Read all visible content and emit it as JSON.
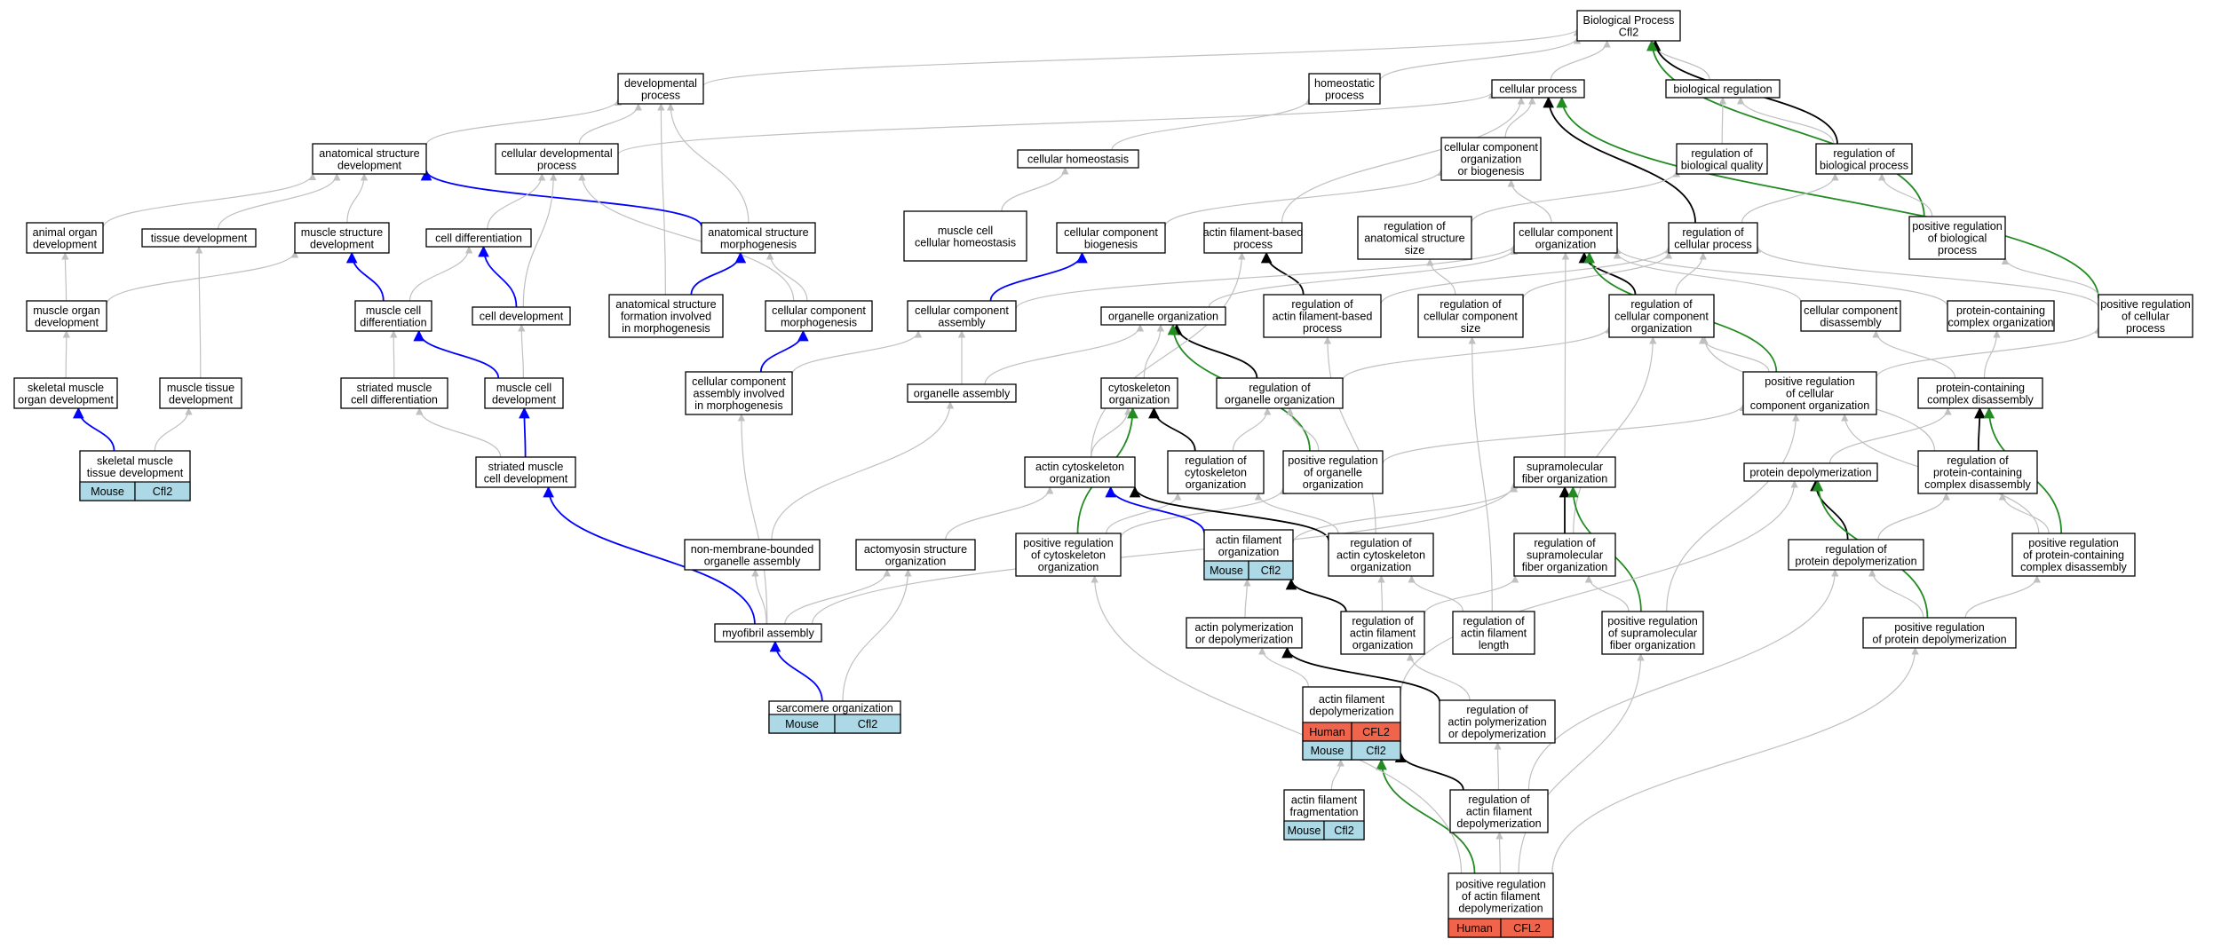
{
  "colors": {
    "grey_edge": "#c0c0c0",
    "black_edge": "#000000",
    "blue_edge": "#0000ff",
    "green_edge": "#228b22",
    "mouse_cell": "#add8e6",
    "human_cell": "#f0644c"
  },
  "nodes": [
    {
      "id": "bp",
      "lines": [
        "Biological Process",
        "Cfl2"
      ]
    },
    {
      "id": "dev_proc",
      "lines": [
        "developmental",
        "process"
      ]
    },
    {
      "id": "homeo_proc",
      "lines": [
        "homeostatic",
        "process"
      ]
    },
    {
      "id": "cell_proc",
      "lines": [
        "cellular process"
      ]
    },
    {
      "id": "bio_reg",
      "lines": [
        "biological regulation"
      ]
    },
    {
      "id": "anat_dev",
      "lines": [
        "anatomical structure",
        "development"
      ]
    },
    {
      "id": "cell_dev_proc",
      "lines": [
        "cellular developmental",
        "process"
      ]
    },
    {
      "id": "cell_homeo",
      "lines": [
        "cellular homeostasis"
      ]
    },
    {
      "id": "ccob",
      "lines": [
        "cellular component",
        "organization",
        "or biogenesis"
      ]
    },
    {
      "id": "reg_bio_qual",
      "lines": [
        "regulation of",
        "biological quality"
      ]
    },
    {
      "id": "reg_bio_proc",
      "lines": [
        "regulation of",
        "biological process"
      ]
    },
    {
      "id": "animal_organ",
      "lines": [
        "animal organ",
        "development"
      ]
    },
    {
      "id": "tissue_dev",
      "lines": [
        "tissue development"
      ]
    },
    {
      "id": "muscle_struct",
      "lines": [
        "muscle structure",
        "development"
      ]
    },
    {
      "id": "cell_diff",
      "lines": [
        "cell differentiation"
      ]
    },
    {
      "id": "anat_morph",
      "lines": [
        "anatomical structure",
        "morphogenesis"
      ]
    },
    {
      "id": "muscle_homeo",
      "lines": [
        "muscle cell",
        "cellular homeostasis"
      ]
    },
    {
      "id": "cc_biogen",
      "lines": [
        "cellular component",
        "biogenesis"
      ]
    },
    {
      "id": "actin_fil_proc",
      "lines": [
        "actin filament-based",
        "process"
      ]
    },
    {
      "id": "reg_anat_size",
      "lines": [
        "regulation of",
        "anatomical structure",
        "size"
      ]
    },
    {
      "id": "cc_org",
      "lines": [
        "cellular component",
        "organization"
      ]
    },
    {
      "id": "reg_cell_proc",
      "lines": [
        "regulation of",
        "cellular process"
      ]
    },
    {
      "id": "pos_reg_bio",
      "lines": [
        "positive regulation",
        "of biological",
        "process"
      ]
    },
    {
      "id": "muscle_organ",
      "lines": [
        "muscle organ",
        "development"
      ]
    },
    {
      "id": "muscle_cell_diff",
      "lines": [
        "muscle cell",
        "differentiation"
      ]
    },
    {
      "id": "cell_devel",
      "lines": [
        "cell development"
      ]
    },
    {
      "id": "anat_form",
      "lines": [
        "anatomical structure",
        "formation involved",
        "in morphogenesis"
      ]
    },
    {
      "id": "cc_morph",
      "lines": [
        "cellular component",
        "morphogenesis"
      ]
    },
    {
      "id": "cc_assembly",
      "lines": [
        "cellular component",
        "assembly"
      ]
    },
    {
      "id": "organelle_org",
      "lines": [
        "organelle organization"
      ]
    },
    {
      "id": "reg_afbp",
      "lines": [
        "regulation of",
        "actin filament-based",
        "process"
      ]
    },
    {
      "id": "reg_cc_size",
      "lines": [
        "regulation of",
        "cellular component",
        "size"
      ]
    },
    {
      "id": "reg_cc_org",
      "lines": [
        "regulation of",
        "cellular component",
        "organization"
      ]
    },
    {
      "id": "cc_disasm",
      "lines": [
        "cellular component",
        "disassembly"
      ]
    },
    {
      "id": "pc_complex_org",
      "lines": [
        "protein-containing",
        "complex organization"
      ]
    },
    {
      "id": "pos_reg_cell_proc",
      "lines": [
        "positive regulation",
        "of cellular",
        "process"
      ]
    },
    {
      "id": "skel_organ",
      "lines": [
        "skeletal muscle",
        "organ development"
      ]
    },
    {
      "id": "muscle_tissue",
      "lines": [
        "muscle tissue",
        "development"
      ]
    },
    {
      "id": "striated_diff",
      "lines": [
        "striated muscle",
        "cell differentiation"
      ]
    },
    {
      "id": "muscle_cell_dev",
      "lines": [
        "muscle cell",
        "development"
      ]
    },
    {
      "id": "cc_asm_morph",
      "lines": [
        "cellular component",
        "assembly involved",
        "in morphogenesis"
      ]
    },
    {
      "id": "organelle_asm",
      "lines": [
        "organelle assembly"
      ]
    },
    {
      "id": "cytoskel_org",
      "lines": [
        "cytoskeleton",
        "organization"
      ]
    },
    {
      "id": "reg_organelle_org",
      "lines": [
        "regulation of",
        "organelle organization"
      ]
    },
    {
      "id": "pos_reg_cc_org",
      "lines": [
        "positive regulation",
        "of cellular",
        "component organization"
      ]
    },
    {
      "id": "pc_disasm",
      "lines": [
        "protein-containing",
        "complex disassembly"
      ]
    },
    {
      "id": "skel_tissue",
      "lines": [
        "skeletal muscle",
        "tissue development"
      ],
      "ann": [
        [
          "Mouse",
          "Cfl2"
        ]
      ]
    },
    {
      "id": "striated_dev",
      "lines": [
        "striated muscle",
        "cell development"
      ]
    },
    {
      "id": "actin_cyto_org",
      "lines": [
        "actin cytoskeleton",
        "organization"
      ]
    },
    {
      "id": "reg_cyto_org",
      "lines": [
        "regulation of",
        "cytoskeleton",
        "organization"
      ]
    },
    {
      "id": "pos_reg_organelle",
      "lines": [
        "positive regulation",
        "of organelle",
        "organization"
      ]
    },
    {
      "id": "supramol",
      "lines": [
        "supramolecular",
        "fiber organization"
      ]
    },
    {
      "id": "prot_depoly",
      "lines": [
        "protein depolymerization"
      ]
    },
    {
      "id": "reg_pc_disasm",
      "lines": [
        "regulation of",
        "protein-containing",
        "complex disassembly"
      ]
    },
    {
      "id": "nonmem",
      "lines": [
        "non-membrane-bounded",
        "organelle assembly"
      ]
    },
    {
      "id": "actomyosin",
      "lines": [
        "actomyosin structure",
        "organization"
      ]
    },
    {
      "id": "pos_reg_cyto",
      "lines": [
        "positive regulation",
        "of cytoskeleton",
        "organization"
      ]
    },
    {
      "id": "actin_fil_org",
      "lines": [
        "actin filament",
        "organization"
      ],
      "ann": [
        [
          "Mouse",
          "Cfl2"
        ]
      ]
    },
    {
      "id": "reg_actin_cyto",
      "lines": [
        "regulation of",
        "actin cytoskeleton",
        "organization"
      ]
    },
    {
      "id": "reg_supramol",
      "lines": [
        "regulation of",
        "supramolecular",
        "fiber organization"
      ]
    },
    {
      "id": "reg_prot_depoly",
      "lines": [
        "regulation of",
        "protein depolymerization"
      ]
    },
    {
      "id": "pos_reg_pc_disasm",
      "lines": [
        "positive regulation",
        "of protein-containing",
        "complex disassembly"
      ]
    },
    {
      "id": "myofibril",
      "lines": [
        "myofibril assembly"
      ]
    },
    {
      "id": "actin_poly",
      "lines": [
        "actin polymerization",
        "or depolymerization"
      ]
    },
    {
      "id": "reg_af_org",
      "lines": [
        "regulation of",
        "actin filament",
        "organization"
      ]
    },
    {
      "id": "reg_af_len",
      "lines": [
        "regulation of",
        "actin filament",
        "length"
      ]
    },
    {
      "id": "pos_reg_supramol",
      "lines": [
        "positive regulation",
        "of supramolecular",
        "fiber organization"
      ]
    },
    {
      "id": "pos_reg_prot_depoly",
      "lines": [
        "positive regulation",
        "of protein depolymerization"
      ]
    },
    {
      "id": "af_depoly",
      "lines": [
        "actin filament",
        "depolymerization"
      ],
      "ann": [
        [
          "Human",
          "CFL2"
        ],
        [
          "Mouse",
          "Cfl2"
        ]
      ]
    },
    {
      "id": "reg_actin_poly",
      "lines": [
        "regulation of",
        "actin polymerization",
        "or depolymerization"
      ]
    },
    {
      "id": "sarcomere",
      "lines": [
        "sarcomere organization"
      ],
      "ann": [
        [
          "Mouse",
          "Cfl2"
        ]
      ]
    },
    {
      "id": "af_frag",
      "lines": [
        "actin filament",
        "fragmentation"
      ],
      "ann": [
        [
          "Mouse",
          "Cfl2"
        ]
      ]
    },
    {
      "id": "reg_af_depoly",
      "lines": [
        "regulation of",
        "actin filament",
        "depolymerization"
      ]
    },
    {
      "id": "pos_reg_af_depoly",
      "lines": [
        "positive regulation",
        "of actin filament",
        "depolymerization"
      ],
      "ann": [
        [
          "Human",
          "CFL2"
        ]
      ]
    }
  ],
  "edges": [
    [
      "dev_proc",
      "bp",
      "grey"
    ],
    [
      "homeo_proc",
      "bp",
      "grey"
    ],
    [
      "cell_proc",
      "bp",
      "grey"
    ],
    [
      "bio_reg",
      "bp",
      "grey"
    ],
    [
      "reg_bio_proc",
      "bp",
      "black"
    ],
    [
      "pos_reg_bio",
      "bp",
      "green"
    ],
    [
      "anat_dev",
      "dev_proc",
      "grey"
    ],
    [
      "cell_dev_proc",
      "dev_proc",
      "grey"
    ],
    [
      "anat_morph",
      "dev_proc",
      "grey"
    ],
    [
      "anat_form",
      "dev_proc",
      "grey"
    ],
    [
      "cell_homeo",
      "homeo_proc",
      "grey"
    ],
    [
      "cell_dev_proc",
      "cell_proc",
      "grey"
    ],
    [
      "ccob",
      "cell_proc",
      "grey"
    ],
    [
      "reg_cell_proc",
      "cell_proc",
      "black"
    ],
    [
      "actin_fil_proc",
      "cell_proc",
      "grey"
    ],
    [
      "pos_reg_cell_proc",
      "cell_proc",
      "green"
    ],
    [
      "reg_bio_qual",
      "bio_reg",
      "grey"
    ],
    [
      "reg_bio_proc",
      "bio_reg",
      "grey"
    ],
    [
      "animal_organ",
      "anat_dev",
      "grey"
    ],
    [
      "tissue_dev",
      "anat_dev",
      "grey"
    ],
    [
      "muscle_struct",
      "anat_dev",
      "grey"
    ],
    [
      "anat_morph",
      "anat_dev",
      "blue"
    ],
    [
      "cell_diff",
      "cell_dev_proc",
      "grey"
    ],
    [
      "cell_devel",
      "cell_dev_proc",
      "grey"
    ],
    [
      "cc_morph",
      "cell_dev_proc",
      "grey"
    ],
    [
      "muscle_homeo",
      "cell_homeo",
      "grey"
    ],
    [
      "cc_biogen",
      "ccob",
      "grey"
    ],
    [
      "cc_org",
      "ccob",
      "grey"
    ],
    [
      "reg_anat_size",
      "reg_bio_qual",
      "grey"
    ],
    [
      "reg_cell_proc",
      "reg_bio_proc",
      "grey"
    ],
    [
      "pos_reg_bio",
      "reg_bio_proc",
      "grey"
    ],
    [
      "muscle_organ",
      "animal_organ",
      "grey"
    ],
    [
      "muscle_organ",
      "muscle_struct",
      "grey"
    ],
    [
      "muscle_tissue",
      "tissue_dev",
      "grey"
    ],
    [
      "muscle_cell_diff",
      "muscle_struct",
      "blue"
    ],
    [
      "muscle_cell_diff",
      "cell_diff",
      "grey"
    ],
    [
      "cell_devel",
      "cell_diff",
      "blue"
    ],
    [
      "anat_form",
      "anat_morph",
      "blue"
    ],
    [
      "cc_morph",
      "anat_morph",
      "grey"
    ],
    [
      "cc_assembly",
      "cc_biogen",
      "blue"
    ],
    [
      "reg_afbp",
      "actin_fil_proc",
      "black"
    ],
    [
      "reg_cc_size",
      "reg_anat_size",
      "grey"
    ],
    [
      "organelle_org",
      "cc_org",
      "grey"
    ],
    [
      "reg_cc_org",
      "cc_org",
      "black"
    ],
    [
      "cc_disasm",
      "cc_org",
      "grey"
    ],
    [
      "pc_complex_org",
      "cc_org",
      "grey"
    ],
    [
      "cc_assembly",
      "cc_org",
      "grey"
    ],
    [
      "reg_cc_org",
      "reg_cell_proc",
      "grey"
    ],
    [
      "pos_reg_cell_proc",
      "reg_cell_proc",
      "grey"
    ],
    [
      "pos_reg_cell_proc",
      "pos_reg_bio",
      "grey"
    ],
    [
      "reg_afbp",
      "reg_cell_proc",
      "grey"
    ],
    [
      "reg_cc_size",
      "reg_cell_proc",
      "grey"
    ],
    [
      "skel_organ",
      "muscle_organ",
      "grey"
    ],
    [
      "striated_diff",
      "muscle_cell_diff",
      "grey"
    ],
    [
      "muscle_cell_dev",
      "muscle_cell_diff",
      "blue"
    ],
    [
      "muscle_cell_dev",
      "cell_devel",
      "grey"
    ],
    [
      "cc_asm_morph",
      "cc_morph",
      "blue"
    ],
    [
      "cc_asm_morph",
      "cc_assembly",
      "grey"
    ],
    [
      "organelle_asm",
      "organelle_org",
      "grey"
    ],
    [
      "organelle_asm",
      "cc_assembly",
      "grey"
    ],
    [
      "cytoskel_org",
      "organelle_org",
      "grey"
    ],
    [
      "reg_organelle_org",
      "organelle_org",
      "black"
    ],
    [
      "reg_organelle_org",
      "reg_cc_org",
      "grey"
    ],
    [
      "pos_reg_cc_org",
      "reg_cc_org",
      "grey"
    ],
    [
      "pos_reg_cc_org",
      "cc_org",
      "green"
    ],
    [
      "pos_reg_cc_org",
      "pos_reg_cell_proc",
      "grey"
    ],
    [
      "pc_disasm",
      "pc_complex_org",
      "grey"
    ],
    [
      "pc_disasm",
      "cc_disasm",
      "grey"
    ],
    [
      "skel_tissue",
      "skel_organ",
      "blue"
    ],
    [
      "skel_tissue",
      "muscle_tissue",
      "grey"
    ],
    [
      "striated_dev",
      "striated_diff",
      "grey"
    ],
    [
      "striated_dev",
      "muscle_cell_dev",
      "blue"
    ],
    [
      "actin_cyto_org",
      "cytoskel_org",
      "grey"
    ],
    [
      "actin_cyto_org",
      "actin_fil_proc",
      "grey"
    ],
    [
      "reg_cyto_org",
      "cytoskel_org",
      "black"
    ],
    [
      "reg_cyto_org",
      "reg_organelle_org",
      "grey"
    ],
    [
      "pos_reg_organelle",
      "organelle_org",
      "green"
    ],
    [
      "pos_reg_organelle",
      "reg_organelle_org",
      "grey"
    ],
    [
      "pos_reg_organelle",
      "pos_reg_cc_org",
      "grey"
    ],
    [
      "supramol",
      "cc_org",
      "grey"
    ],
    [
      "prot_depoly",
      "pc_disasm",
      "grey"
    ],
    [
      "reg_pc_disasm",
      "pc_disasm",
      "black"
    ],
    [
      "reg_pc_disasm",
      "reg_cc_org",
      "grey"
    ],
    [
      "nonmem",
      "organelle_asm",
      "grey"
    ],
    [
      "actomyosin",
      "actin_cyto_org",
      "grey"
    ],
    [
      "pos_reg_cyto",
      "cytoskel_org",
      "green"
    ],
    [
      "pos_reg_cyto",
      "reg_cyto_org",
      "grey"
    ],
    [
      "pos_reg_cyto",
      "pos_reg_organelle",
      "grey"
    ],
    [
      "actin_fil_org",
      "actin_cyto_org",
      "blue"
    ],
    [
      "actin_fil_org",
      "supramol",
      "grey"
    ],
    [
      "reg_actin_cyto",
      "actin_cyto_org",
      "black"
    ],
    [
      "reg_actin_cyto",
      "reg_cyto_org",
      "grey"
    ],
    [
      "reg_actin_cyto",
      "reg_afbp",
      "grey"
    ],
    [
      "reg_supramol",
      "supramol",
      "black"
    ],
    [
      "reg_supramol",
      "reg_cc_org",
      "grey"
    ],
    [
      "reg_prot_depoly",
      "prot_depoly",
      "black"
    ],
    [
      "reg_prot_depoly",
      "reg_pc_disasm",
      "grey"
    ],
    [
      "pos_reg_pc_disasm",
      "pc_disasm",
      "green"
    ],
    [
      "pos_reg_pc_disasm",
      "reg_pc_disasm",
      "grey"
    ],
    [
      "pos_reg_pc_disasm",
      "pos_reg_cc_org",
      "grey"
    ],
    [
      "myofibril",
      "nonmem",
      "grey"
    ],
    [
      "myofibril",
      "actomyosin",
      "grey"
    ],
    [
      "myofibril",
      "striated_dev",
      "blue"
    ],
    [
      "myofibril",
      "cc_asm_morph",
      "grey"
    ],
    [
      "myofibril",
      "supramol",
      "grey"
    ],
    [
      "actin_poly",
      "actin_fil_org",
      "grey"
    ],
    [
      "reg_af_org",
      "actin_fil_org",
      "black"
    ],
    [
      "reg_af_org",
      "reg_actin_cyto",
      "grey"
    ],
    [
      "reg_af_org",
      "reg_supramol",
      "grey"
    ],
    [
      "reg_af_len",
      "reg_cc_size",
      "grey"
    ],
    [
      "reg_af_len",
      "reg_actin_cyto",
      "grey"
    ],
    [
      "pos_reg_supramol",
      "supramol",
      "green"
    ],
    [
      "pos_reg_supramol",
      "reg_supramol",
      "grey"
    ],
    [
      "pos_reg_supramol",
      "pos_reg_cc_org",
      "grey"
    ],
    [
      "pos_reg_prot_depoly",
      "prot_depoly",
      "green"
    ],
    [
      "pos_reg_prot_depoly",
      "reg_prot_depoly",
      "grey"
    ],
    [
      "pos_reg_prot_depoly",
      "pos_reg_pc_disasm",
      "grey"
    ],
    [
      "af_depoly",
      "actin_poly",
      "grey"
    ],
    [
      "af_depoly",
      "prot_depoly",
      "grey"
    ],
    [
      "reg_actin_poly",
      "actin_poly",
      "black"
    ],
    [
      "reg_actin_poly",
      "reg_af_org",
      "grey"
    ],
    [
      "sarcomere",
      "myofibril",
      "blue"
    ],
    [
      "sarcomere",
      "actomyosin",
      "grey"
    ],
    [
      "af_frag",
      "af_depoly",
      "grey"
    ],
    [
      "reg_af_depoly",
      "af_depoly",
      "black"
    ],
    [
      "reg_af_depoly",
      "reg_actin_poly",
      "grey"
    ],
    [
      "reg_af_depoly",
      "reg_prot_depoly",
      "grey"
    ],
    [
      "pos_reg_af_depoly",
      "af_depoly",
      "green"
    ],
    [
      "pos_reg_af_depoly",
      "reg_af_depoly",
      "grey"
    ],
    [
      "pos_reg_af_depoly",
      "pos_reg_cyto",
      "grey"
    ],
    [
      "pos_reg_af_depoly",
      "pos_reg_prot_depoly",
      "grey"
    ],
    [
      "pos_reg_af_depoly",
      "pos_reg_supramol",
      "grey"
    ]
  ]
}
